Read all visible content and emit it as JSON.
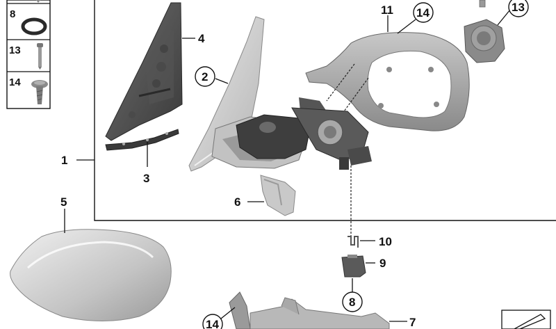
{
  "legend": [
    {
      "number": "8",
      "icon": "o-ring-icon"
    },
    {
      "number": "13",
      "icon": "pin-bolt-icon"
    },
    {
      "number": "14",
      "icon": "screw-icon"
    }
  ],
  "callouts": {
    "c1": "1",
    "c2": "2",
    "c3": "3",
    "c4": "4",
    "c5": "5",
    "c6": "6",
    "c7": "7",
    "c8": "8",
    "c9": "9",
    "c10": "10",
    "c11": "11",
    "c13": "13",
    "c14a": "14",
    "c14b": "14"
  },
  "colors": {
    "part_dark": "#5a5a5a",
    "part_mid": "#8c8c8c",
    "part_light": "#c9c9c9",
    "line": "#111111"
  }
}
